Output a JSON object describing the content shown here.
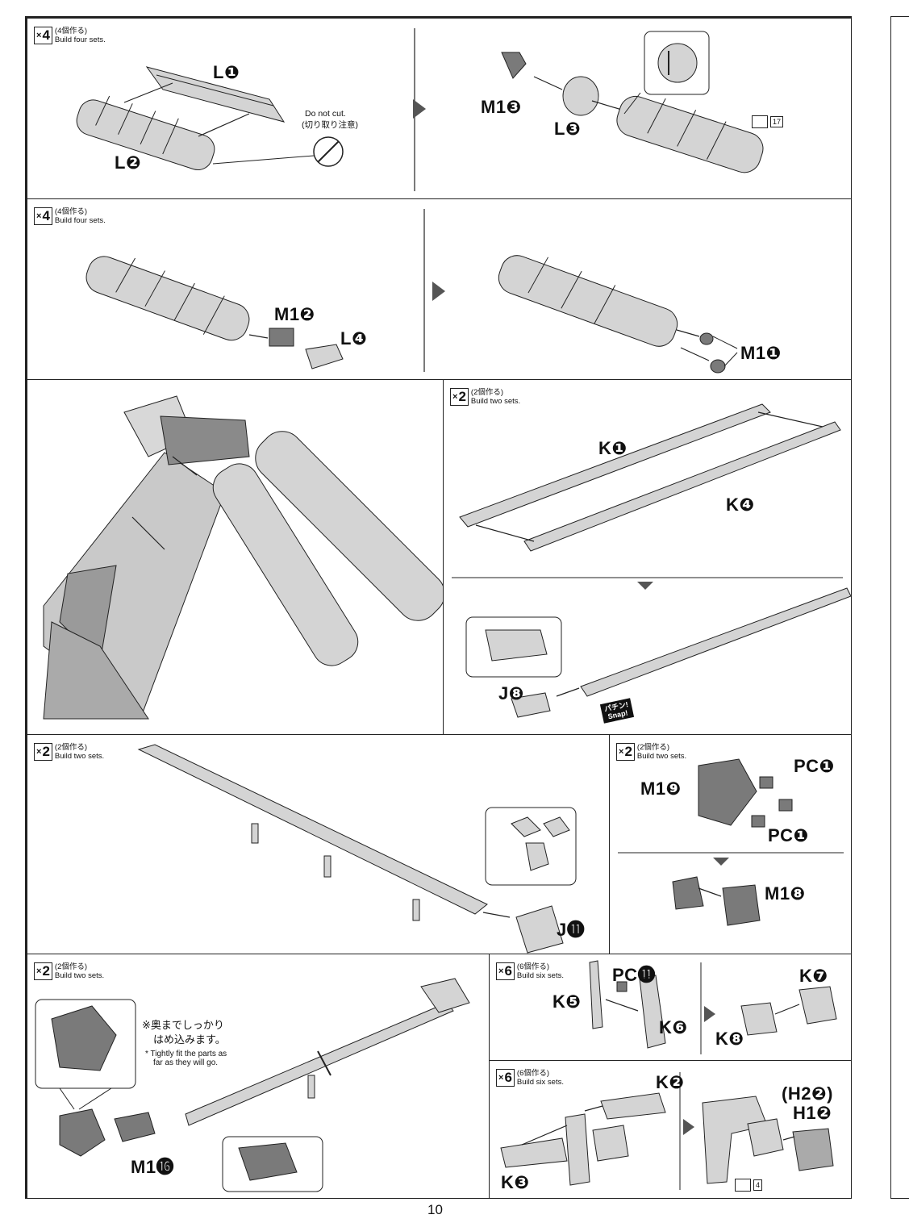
{
  "page_number": "10",
  "panels": {
    "p1": {
      "multiplier_x": "×",
      "multiplier": "4",
      "ja": "(4個作る)",
      "en": "Build four sets.",
      "labels": {
        "l1": "L❶",
        "l2": "L❷",
        "m13": "M1❸",
        "l3": "L❸"
      },
      "warn_en": "Do not cut.",
      "warn_ja": "(切り取り注意)",
      "ref": "17"
    },
    "p2": {
      "multiplier_x": "×",
      "multiplier": "4",
      "ja": "(4個作る)",
      "en": "Build four sets.",
      "labels": {
        "m12": "M1❷",
        "l4": "L❹",
        "m11": "M1❶"
      }
    },
    "p4": {
      "multiplier_x": "×",
      "multiplier": "2",
      "ja": "(2個作る)",
      "en": "Build two sets.",
      "labels": {
        "k1": "K❶",
        "k4": "K❹",
        "j8": "J❽"
      },
      "snap_ja": "パチン!",
      "snap_en": "Snap!"
    },
    "p5": {
      "multiplier_x": "×",
      "multiplier": "2",
      "ja": "(2個作る)",
      "en": "Build two sets.",
      "labels": {
        "j11": "J⓫"
      }
    },
    "p6": {
      "multiplier_x": "×",
      "multiplier": "2",
      "ja": "(2個作る)",
      "en": "Build two sets.",
      "labels": {
        "pc1a": "PC❶",
        "m19": "M1❾",
        "pc1b": "PC❶",
        "m18": "M1❽"
      }
    },
    "p7": {
      "multiplier_x": "×",
      "multiplier": "2",
      "ja": "(2個作る)",
      "en": "Build two sets.",
      "labels": {
        "m116": "M1⓰"
      },
      "note_ja1": "※奥までしっかり",
      "note_ja2": "はめ込みます。",
      "note_en1": "* Tightly fit the parts as",
      "note_en2": "far as they will go."
    },
    "p8": {
      "multiplier_x": "×",
      "multiplier": "6",
      "ja": "(6個作る)",
      "en": "Build six sets.",
      "labels": {
        "pc11": "PC⓫",
        "k5": "K❺",
        "k6": "K❻",
        "k7": "K❼",
        "k8": "K❽"
      }
    },
    "p9": {
      "multiplier_x": "×",
      "multiplier": "6",
      "ja": "(6個作る)",
      "en": "Build six sets.",
      "labels": {
        "k2": "K❷",
        "h22": "(H2❷)",
        "h12": "H1❷",
        "k3": "K❸"
      },
      "ref": "4"
    }
  },
  "colors": {
    "line": "#222222",
    "part_fill": "#d4d4d4",
    "part_dark": "#7a7a7a",
    "arrow": "#555555"
  }
}
